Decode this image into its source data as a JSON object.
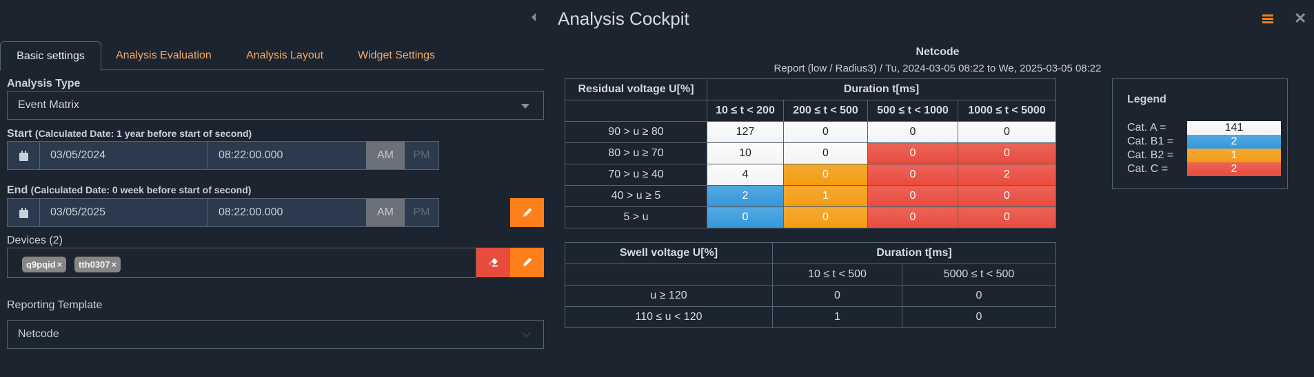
{
  "header": {
    "title": "Analysis Cockpit",
    "back_icon": "caret-left-icon",
    "menu_icon": "hamburger-menu-icon",
    "close_icon": "close-icon",
    "accent_color": "#fd7f1a"
  },
  "tabs": [
    {
      "label": "Basic settings",
      "active": true
    },
    {
      "label": "Analysis Evaluation",
      "active": false
    },
    {
      "label": "Analysis Layout",
      "active": false
    },
    {
      "label": "Widget Settings",
      "active": false
    }
  ],
  "form": {
    "analysis_type": {
      "label": "Analysis Type",
      "value": "Event Matrix"
    },
    "start": {
      "label": "Start",
      "hint": "(Calculated Date: 1 year before start of second)",
      "date": "03/05/2024",
      "time": "08:22:00.000",
      "am": "AM",
      "pm": "PM"
    },
    "end": {
      "label": "End",
      "hint": "(Calculated Date: 0 week before start of second)",
      "date": "03/05/2025",
      "time": "08:22:00.000",
      "am": "AM",
      "pm": "PM"
    },
    "devices": {
      "label": "Devices (2)",
      "chips": [
        "q9pqid",
        "tth0307"
      ],
      "chip_remove": "×"
    },
    "reporting_template": {
      "label": "Reporting Template",
      "value": "Netcode"
    }
  },
  "report": {
    "title": "Netcode",
    "subtitle": "Report (low / Radius3) / Tu, 2024-03-05 08:22 to We, 2025-03-05 08:22",
    "residual_table": {
      "row_header": "Residual voltage U[%]",
      "col_group_header": "Duration t[ms]",
      "columns": [
        "10 ≤ t < 200",
        "200 ≤ t < 500",
        "500 ≤ t < 1000",
        "1000 ≤ t < 5000"
      ],
      "rows": [
        {
          "label": "90 > u ≥ 80",
          "values": [
            "127",
            "0",
            "0",
            "0"
          ],
          "cats": [
            "catA",
            "catA",
            "catA",
            "catA"
          ]
        },
        {
          "label": "80 > u ≥ 70",
          "values": [
            "10",
            "0",
            "0",
            "0"
          ],
          "cats": [
            "catA",
            "catA",
            "catC",
            "catC"
          ]
        },
        {
          "label": "70 > u ≥ 40",
          "values": [
            "4",
            "0",
            "0",
            "2"
          ],
          "cats": [
            "catA",
            "catB2",
            "catC",
            "catC"
          ]
        },
        {
          "label": "40 > u ≥ 5",
          "values": [
            "2",
            "1",
            "0",
            "0"
          ],
          "cats": [
            "catB1",
            "catB2",
            "catC",
            "catC"
          ]
        },
        {
          "label": "5 > u",
          "values": [
            "0",
            "0",
            "0",
            "0"
          ],
          "cats": [
            "catB1",
            "catB2",
            "catC",
            "catC"
          ]
        }
      ]
    },
    "swell_table": {
      "row_header": "Swell voltage U[%]",
      "col_group_header": "Duration t[ms]",
      "columns": [
        "10 ≤ t < 500",
        "5000 ≤ t < 500"
      ],
      "rows": [
        {
          "label": "u ≥ 120",
          "values": [
            "0",
            "0"
          ]
        },
        {
          "label": "110 ≤ u < 120",
          "values": [
            "1",
            "0"
          ]
        }
      ]
    },
    "legend": {
      "title": "Legend",
      "items": [
        {
          "label": "Cat. A =",
          "value": "141",
          "color": "#f7f8f9"
        },
        {
          "label": "Cat. B1 =",
          "value": "2",
          "color": "#3e9fde"
        },
        {
          "label": "Cat. B2 =",
          "value": "1",
          "color": "#f3a21d"
        },
        {
          "label": "Cat. C =",
          "value": "2",
          "color": "#e95447"
        }
      ]
    }
  }
}
